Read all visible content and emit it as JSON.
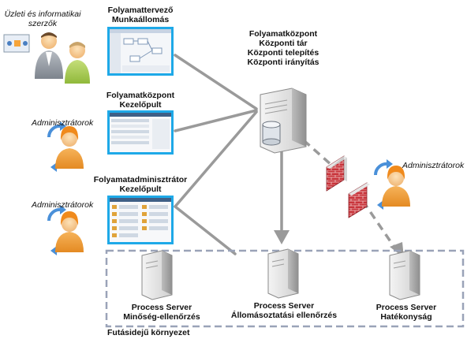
{
  "roles": {
    "business_it_authors": "Üzleti és informatikai szerzők",
    "admins_console": "Adminisztrátorok",
    "admins_process_admin": "Adminisztrátorok",
    "admins_right": "Adminisztrátorok"
  },
  "workstations": {
    "designer": [
      "Folyamattervező",
      "Munkaállomás"
    ],
    "center_console": [
      "Folyamatközpont",
      "Kezelőpult"
    ],
    "admin_console": [
      "Folyamatadminisztrátor",
      "Kezelőpult"
    ]
  },
  "process_center": [
    "Folyamatközpont",
    "Központi tár",
    "Központi telepítés",
    "Központi irányítás"
  ],
  "process_servers": [
    {
      "name": "Process Server",
      "env": "Minőség-ellenőrzés"
    },
    {
      "name": "Process Server",
      "env": "Állomásoztatási ellenőrzés"
    },
    {
      "name": "Process Server",
      "env": "Hatékonyság"
    }
  ],
  "runtime_environment": "Futásidejű környezet",
  "colors": {
    "screen_frame": "#1ea9e8",
    "connector": "#9a9a9a",
    "firewall": "#c8343b",
    "dashed_border": "#9aa3b8"
  }
}
